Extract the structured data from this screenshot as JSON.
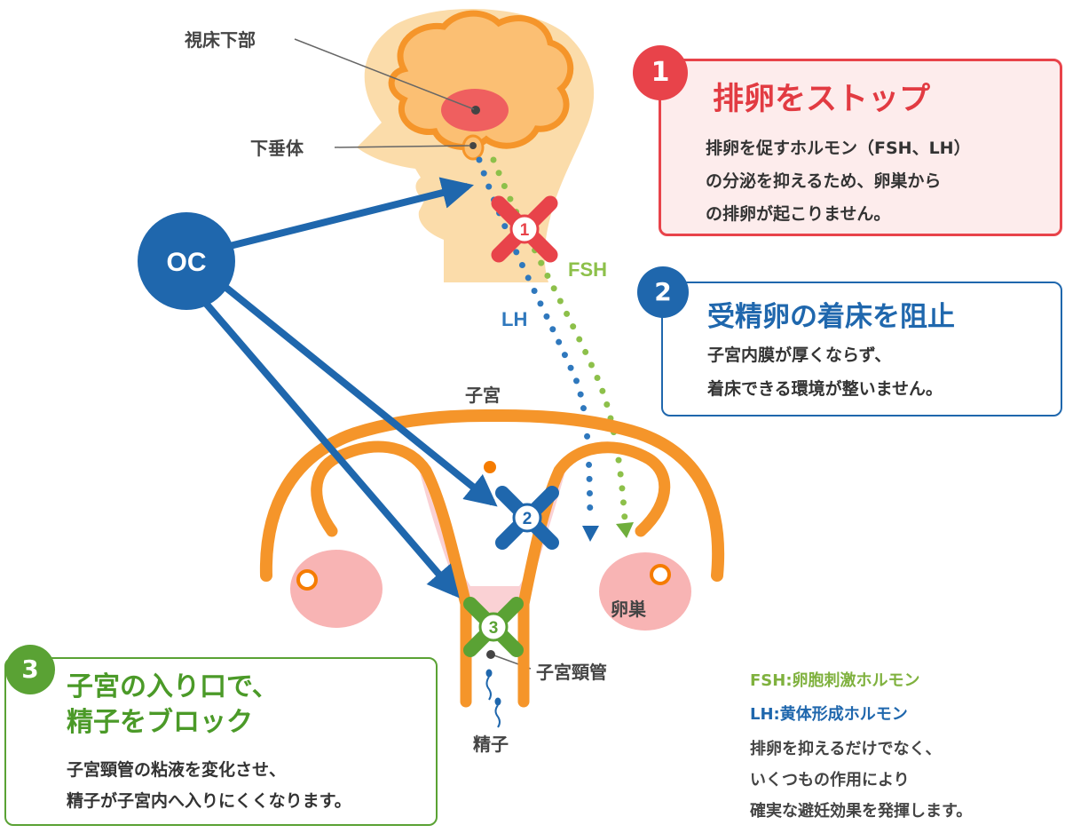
{
  "labels": {
    "hypothalamus": "視床下部",
    "pituitary": "下垂体",
    "fsh": "FSH",
    "lh": "LH",
    "uterus": "子宮",
    "ovary": "卵巣",
    "cervix": "子宮頸管",
    "sperm": "精子",
    "oc": "OC"
  },
  "markers": {
    "m1": "1",
    "m2": "2",
    "m3": "3"
  },
  "box1": {
    "badge": "1",
    "title": "排卵をストップ",
    "lines": [
      "排卵を促すホルモン（FSH、LH）",
      "の分泌を抑えるため、卵巣から",
      "の排卵が起こりません。"
    ]
  },
  "box2": {
    "badge": "2",
    "title": "受精卵の着床を阻止",
    "lines": [
      "子宮内膜が厚くならず、",
      "着床できる環境が整いません。"
    ]
  },
  "box3": {
    "badge": "3",
    "title_lines": [
      "子宮の入り口で、",
      "精子をブロック"
    ],
    "lines": [
      "子宮頸管の粘液を変化させ、",
      "精子が子宮内へ入りにくくなります。"
    ]
  },
  "notes": {
    "fsh": "FSH:卵胞刺激ホルモン",
    "lh": "LH:黄体形成ホルモン",
    "lines": [
      "排卵を抑えるだけでなく、",
      "いくつもの作用により",
      "確実な避妊効果を発揮します。"
    ]
  },
  "colors": {
    "red": "#e8434a",
    "blue": "#1f67ad",
    "green": "#5aa234",
    "lightGreen": "#8dc04a",
    "orange": "#f5952a",
    "skin": "#fbdcaa",
    "pink": "#f8b4b4"
  }
}
